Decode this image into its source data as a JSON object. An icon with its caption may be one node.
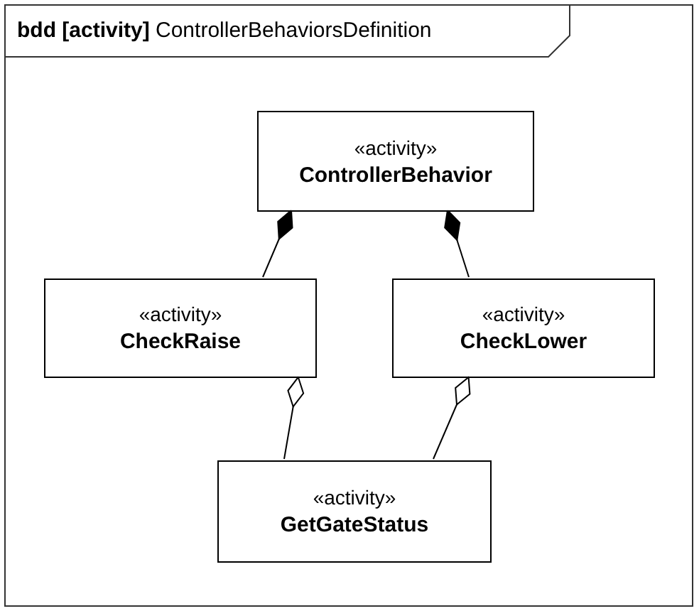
{
  "diagram": {
    "nodes": [
      {
        "text": [
          "**bdd [activity]** ControllerBehaviorsDefinition"
        ]
      },
      {
        "text": [
          "«activity»",
          "ControllerBehavior"
        ],
        "in": 0
      },
      {
        "text": [
          "«activity»",
          "CheckRaise"
        ],
        "in": 0
      },
      {
        "text": [
          "«activity»",
          "CheckLower"
        ],
        "in": 0
      },
      {
        "text": [
          "«activity»",
          "GetGateStatus"
        ],
        "in": 0
      }
    ],
    "edges": [
      {
        "from": 1,
        "to": 2,
        "arrow": "other"
      },
      {
        "from": 1,
        "to": 3,
        "arrow": "other"
      },
      {
        "from": 2,
        "to": 4,
        "arrow": "other"
      },
      {
        "from": 3,
        "to": 4,
        "arrow": "other"
      }
    ]
  }
}
